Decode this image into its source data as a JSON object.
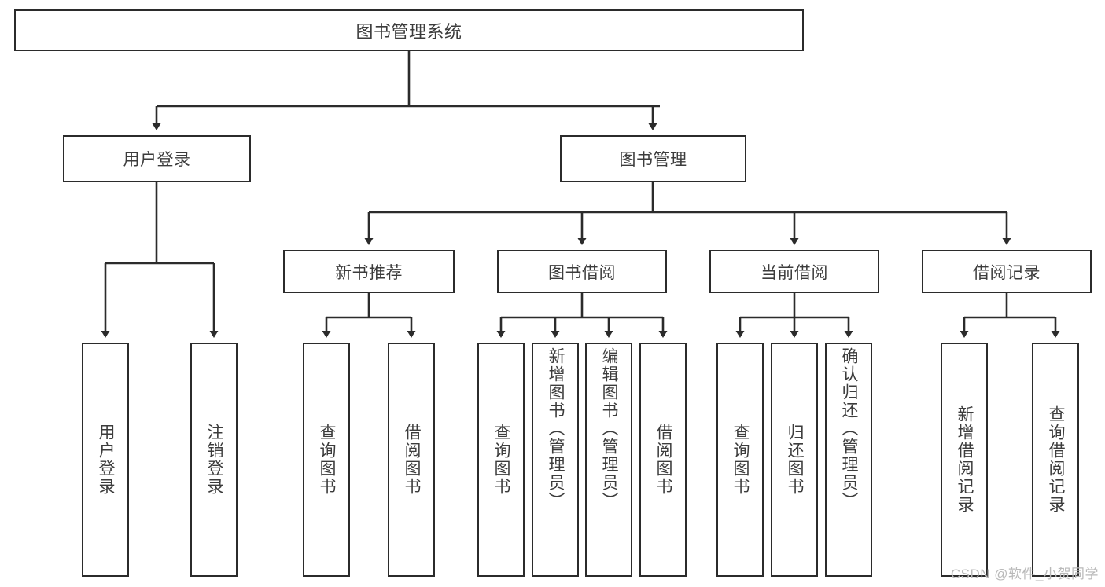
{
  "diagram": {
    "title": "图书管理系统",
    "type": "tree",
    "colors": {
      "box_border": "#2b2b2b",
      "box_fill": "#ffffff",
      "text": "#3c3c3c",
      "link": "#2b2b2b",
      "watermark": "#b9b9b9",
      "background": "#ffffff"
    },
    "root": {
      "label": "图书管理系统"
    },
    "level1": [
      {
        "label": "用户登录"
      },
      {
        "label": "图书管理"
      }
    ],
    "level2": [
      {
        "label": "新书推荐"
      },
      {
        "label": "图书借阅"
      },
      {
        "label": "当前借阅"
      },
      {
        "label": "借阅记录"
      }
    ],
    "leaves": [
      {
        "label": "用户登录"
      },
      {
        "label": "注销登录"
      },
      {
        "label": "查询图书"
      },
      {
        "label": "借阅图书"
      },
      {
        "label": "查询图书"
      },
      {
        "label": "新增图书（管理员）"
      },
      {
        "label": "编辑图书（管理员）"
      },
      {
        "label": "借阅图书"
      },
      {
        "label": "查询图书"
      },
      {
        "label": "归还图书"
      },
      {
        "label": "确认归还（管理员）"
      },
      {
        "label": "新增借阅记录"
      },
      {
        "label": "查询借阅记录"
      }
    ]
  },
  "watermark": {
    "text": "CSDN @软件_小贺同学"
  }
}
